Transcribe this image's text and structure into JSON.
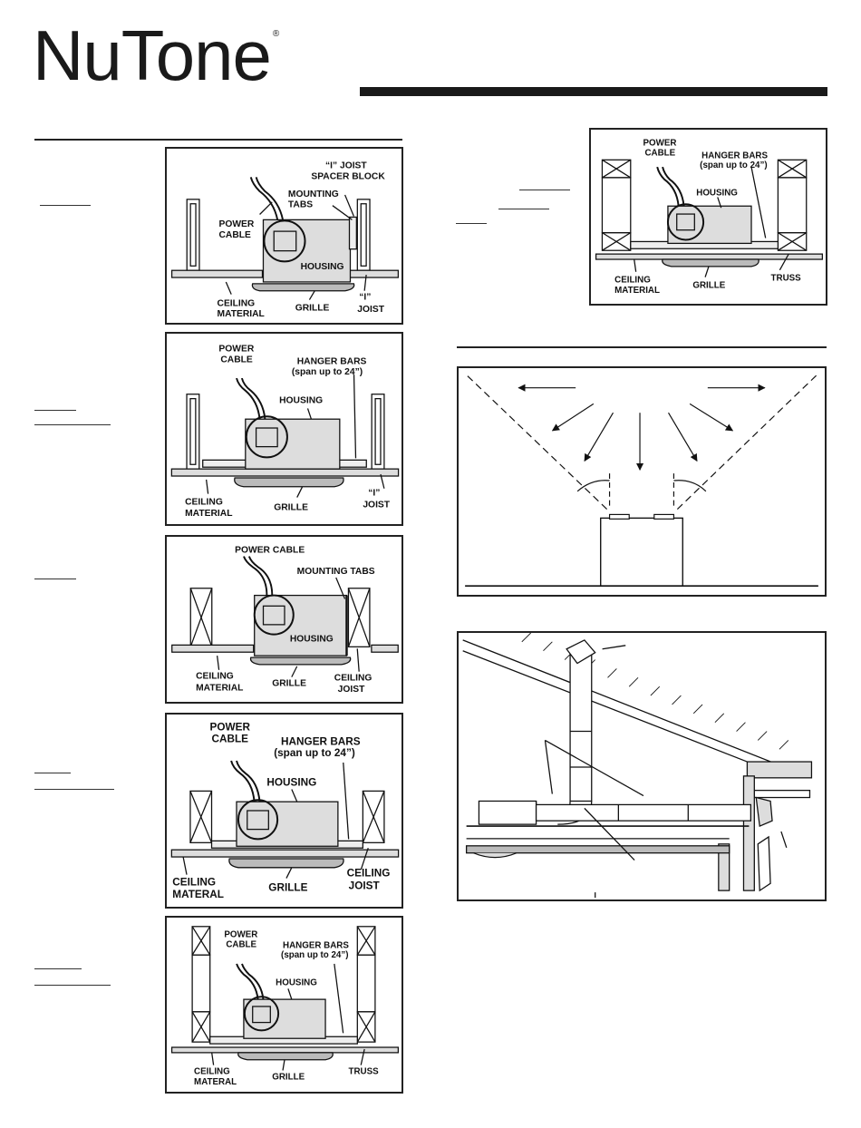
{
  "header": {
    "brand": "NuTone",
    "reg_mark": "®"
  },
  "fig1": {
    "l1": "“I” JOIST",
    "l2": "SPACER BLOCK",
    "l3": "MOUNTING",
    "l4": "TABS",
    "l5": "POWER",
    "l6": "CABLE",
    "l7": "HOUSING",
    "l8": "CEILING",
    "l9": "MATERIAL",
    "l10": "GRILLE",
    "l11": "“I”",
    "l12": "JOIST"
  },
  "fig2": {
    "l1": "POWER",
    "l2": "CABLE",
    "l3": "HANGER BARS",
    "l4": "(span up to 24”)",
    "l5": "HOUSING",
    "l6": "CEILING",
    "l7": "MATERIAL",
    "l8": "GRILLE",
    "l9": "“I”",
    "l10": "JOIST"
  },
  "fig3": {
    "l1": "POWER CABLE",
    "l2": "MOUNTING TABS",
    "l3": "HOUSING",
    "l4": "CEILING",
    "l5": "MATERIAL",
    "l6": "GRILLE",
    "l7": "CEILING",
    "l8": "JOIST"
  },
  "fig4": {
    "l1": "POWER",
    "l2": "CABLE",
    "l3": "HANGER BARS",
    "l4": "(span up to 24”)",
    "l5": "HOUSING",
    "l6": "CEILING",
    "l7": "MATERAL",
    "l8": "GRILLE",
    "l9": "CEILING",
    "l10": "JOIST"
  },
  "fig5": {
    "l1": "POWER",
    "l2": "CABLE",
    "l3": "HANGER BARS",
    "l4": "(span up to 24”)",
    "l5": "HOUSING",
    "l6": "CEILING",
    "l7": "MATERAL",
    "l8": "GRILLE",
    "l9": "TRUSS"
  },
  "fig6": {
    "l1": "POWER",
    "l2": "CABLE",
    "l3": "HANGER BARS",
    "l4": "(span up to 24”)",
    "l5": "HOUSING",
    "l6": "CEILING",
    "l7": "MATERIAL",
    "l8": "GRILLE",
    "l9": "TRUSS"
  }
}
